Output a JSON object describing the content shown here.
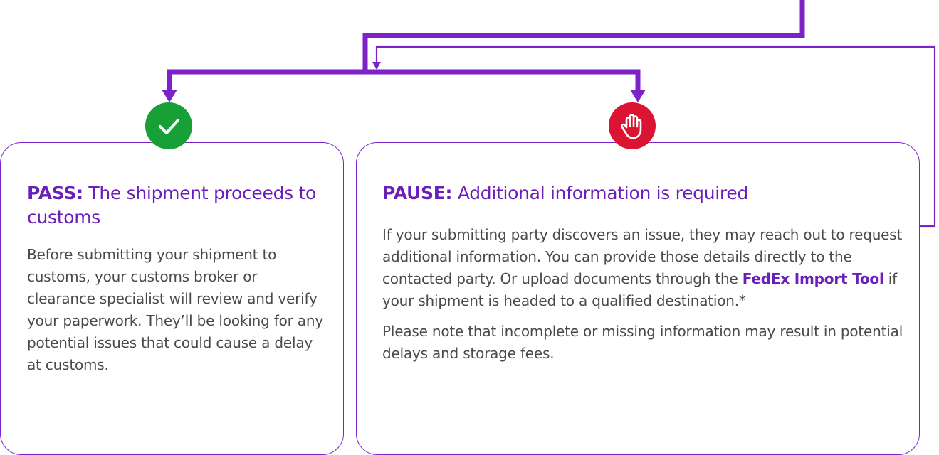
{
  "colors": {
    "connector": "#7d22c9",
    "pass_icon_bg": "#17a035",
    "pause_icon_bg": "#dc1434",
    "title": "#6a1fb8",
    "body_text": "#4a4a4a"
  },
  "pass": {
    "icon": "checkmark-icon",
    "title_bold": "PASS:",
    "title_rest": " The shipment proceeds to customs",
    "body": "Before submitting your shipment to customs, your customs broker or clearance specialist will review and verify your paperwork. They’ll be looking for any potential issues that could cause a delay at customs."
  },
  "pause": {
    "icon": "raised-hand-icon",
    "title_bold": "PAUSE:",
    "title_rest": " Additional information is required",
    "body_before_link": "If your submitting party discovers an issue, they may reach out to request additional information. You can provide those details directly to the contacted party. Or upload documents through the ",
    "link_text": "FedEx Import Tool",
    "body_after_link": " if your shipment is headed to a qualified destination.*",
    "note": "Please note that incomplete or missing information may result in potential delays and storage fees."
  }
}
